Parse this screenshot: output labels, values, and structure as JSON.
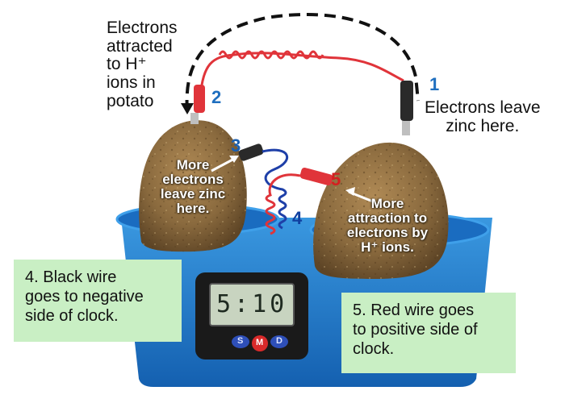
{
  "labels": {
    "electrons_attracted": "Electrons\nattracted\nto H⁺\nions in\npotato",
    "electrons_leave": "Electrons leave\nzinc here.",
    "more_electrons": "More\nelectrons\nleave zinc\nhere.",
    "more_attraction": "More\nattraction to\nelectrons by\nH⁺ ions."
  },
  "numbers": {
    "n1": "1",
    "n2": "2",
    "n3": "3",
    "n4": "4",
    "n5": "5"
  },
  "notes": {
    "black_wire": "4. Black wire\ngoes to negative\nside of clock.",
    "red_wire": "5. Red wire goes\nto positive side of\nclock."
  },
  "clock": {
    "display": "5:10",
    "btn_left": "S",
    "btn_mid": "M",
    "btn_right": "D"
  },
  "colors": {
    "number_blue_1": "#1f6fbf",
    "number_blue_3": "#1a5fb0",
    "number_red_5": "#d42020",
    "number_blue_4": "#1040a0",
    "note_bg": "#c9efc4",
    "tray_blue": "#1f7fd0",
    "red_wire": "#e0343a",
    "blue_wire": "#1e3fa8",
    "potato": "#8a6a3e"
  }
}
